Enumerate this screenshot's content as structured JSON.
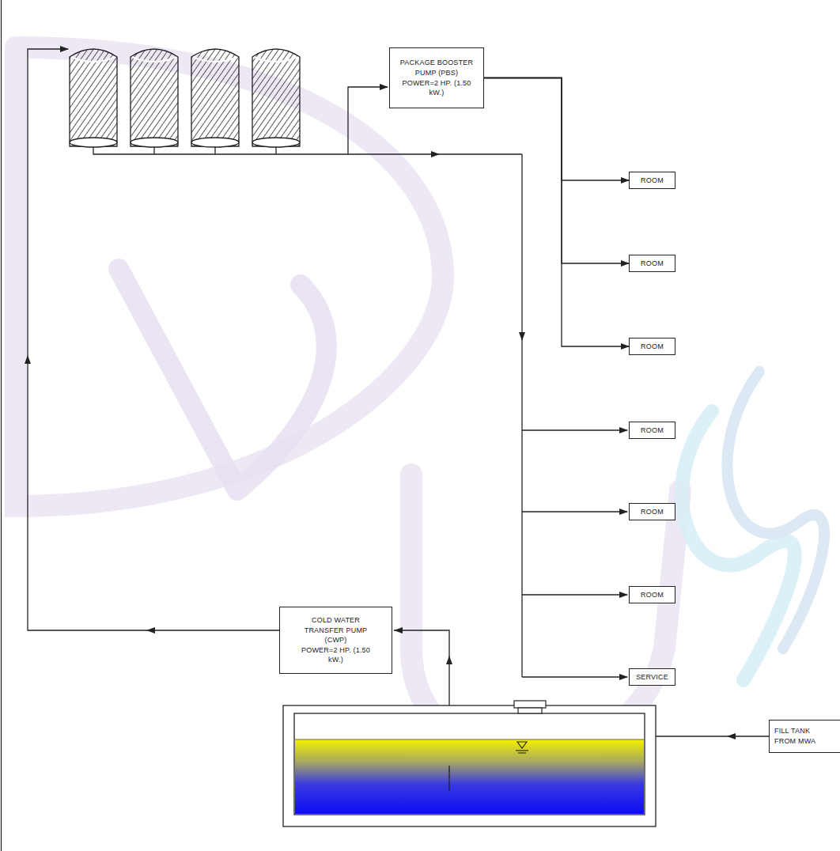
{
  "diagram": {
    "nodes": [
      {
        "text": [
          "PACKAGE BOOSTER PUMP (PBS)",
          "POWER=2 HP. (1.50 kW.)"
        ]
      },
      {
        "text": [
          "ROOM"
        ]
      },
      {
        "text": [
          "ROOM"
        ]
      },
      {
        "text": [
          "ROOM"
        ]
      },
      {
        "text": [
          "ROOM"
        ]
      },
      {
        "text": [
          "ROOM"
        ]
      },
      {
        "text": [
          "ROOM"
        ]
      },
      {
        "text": [
          "SERVICE"
        ]
      },
      {
        "text": [
          "COLD WATER TRANSFER PUMP (CWP)",
          "POWER=2 HP. (1.50 kW.)"
        ]
      },
      {
        "text": [
          "FILL TANK FROM MWA"
        ]
      }
    ],
    "edges": [
      {
        "from": 0,
        "to": 1,
        "arrow": "to"
      },
      {
        "from": 0,
        "to": 2,
        "arrow": "to"
      },
      {
        "from": 0,
        "to": 3,
        "arrow": "to"
      }
    ]
  }
}
